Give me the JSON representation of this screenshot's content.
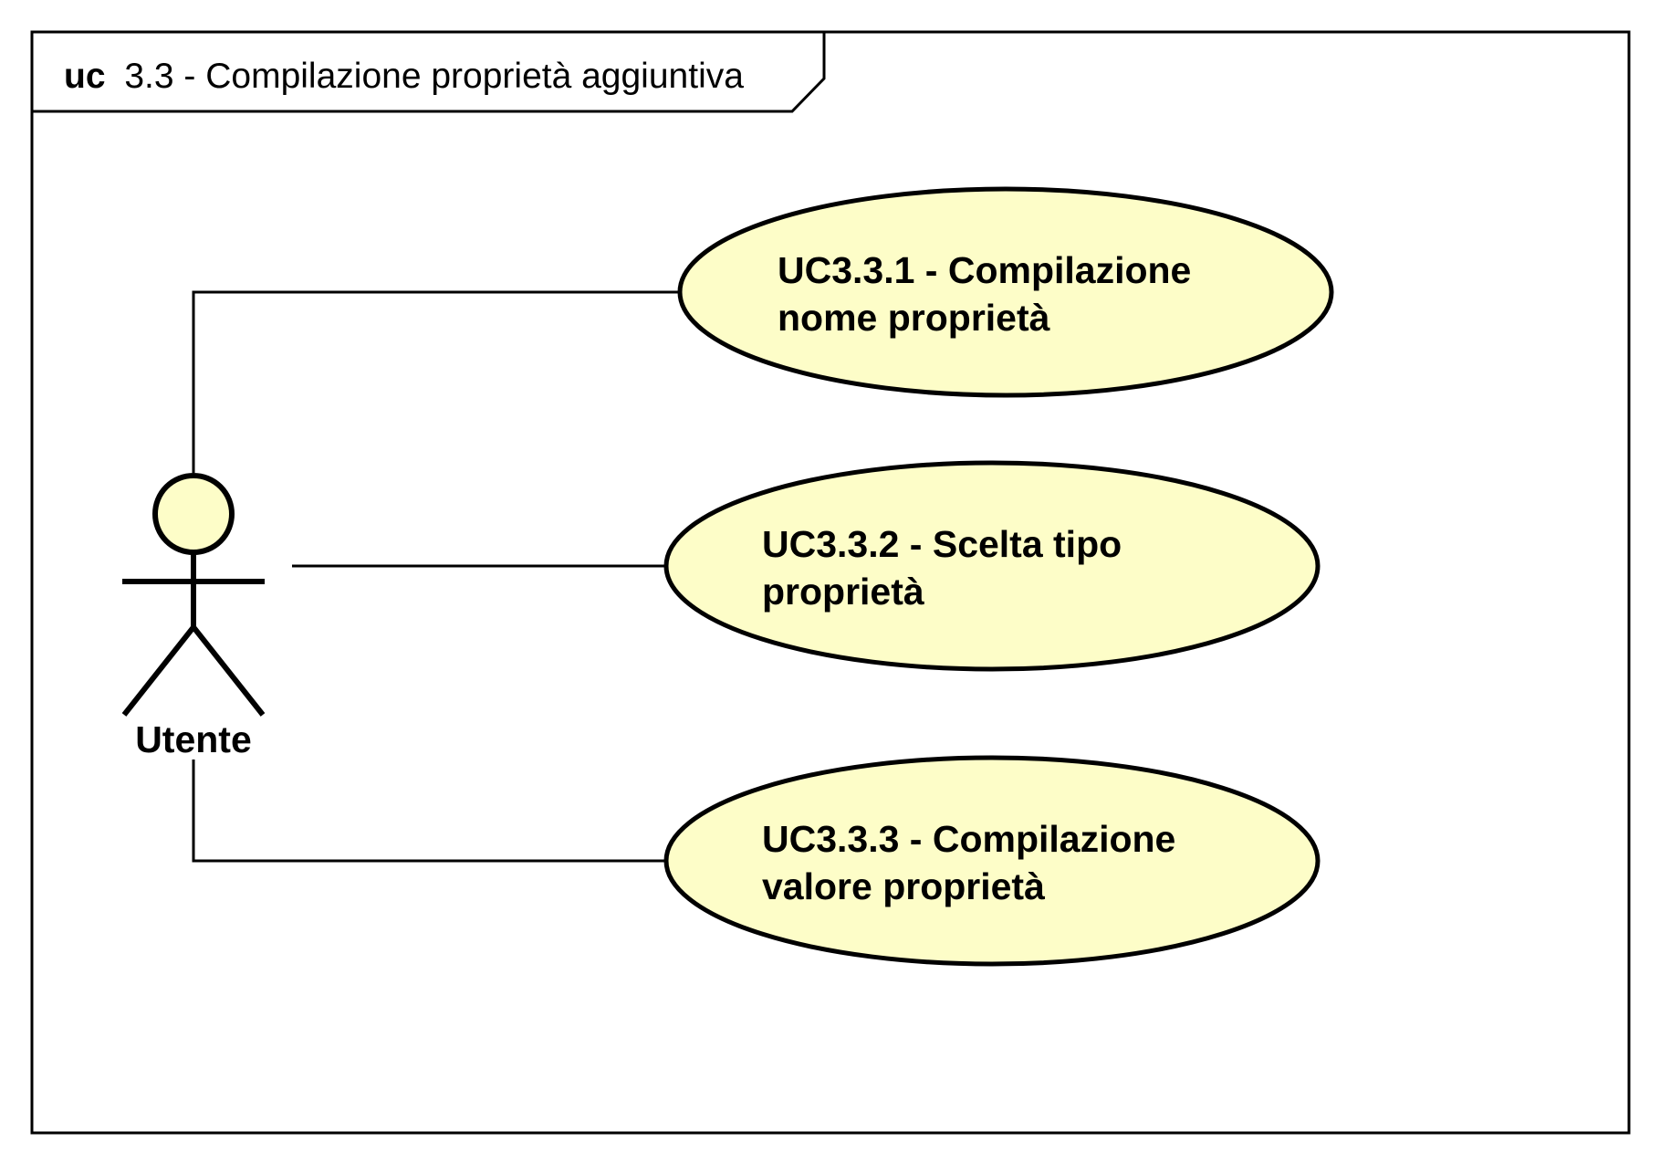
{
  "diagram": {
    "kind": "UML use case diagram",
    "frame": {
      "keyword": "uc",
      "title": "3.3 - Compilazione proprietà aggiuntiva"
    },
    "actor": {
      "name": "Utente"
    },
    "use_cases": [
      {
        "id": "uc-3-3-1",
        "line1": "UC3.3.1 - Compilazione",
        "line2": "nome proprietà"
      },
      {
        "id": "uc-3-3-2",
        "line1": "UC3.3.2 - Scelta tipo",
        "line2": "proprietà"
      },
      {
        "id": "uc-3-3-3",
        "line1": "UC3.3.3 - Compilazione",
        "line2": "valore proprietà"
      }
    ],
    "associations": [
      {
        "from": "Utente",
        "to": "uc-3-3-1"
      },
      {
        "from": "Utente",
        "to": "uc-3-3-2"
      },
      {
        "from": "Utente",
        "to": "uc-3-3-3"
      }
    ],
    "colors": {
      "use_case_fill": "#fdfdc8",
      "actor_head_fill": "#fdfdc8",
      "stroke": "#000000",
      "background": "#ffffff"
    }
  }
}
